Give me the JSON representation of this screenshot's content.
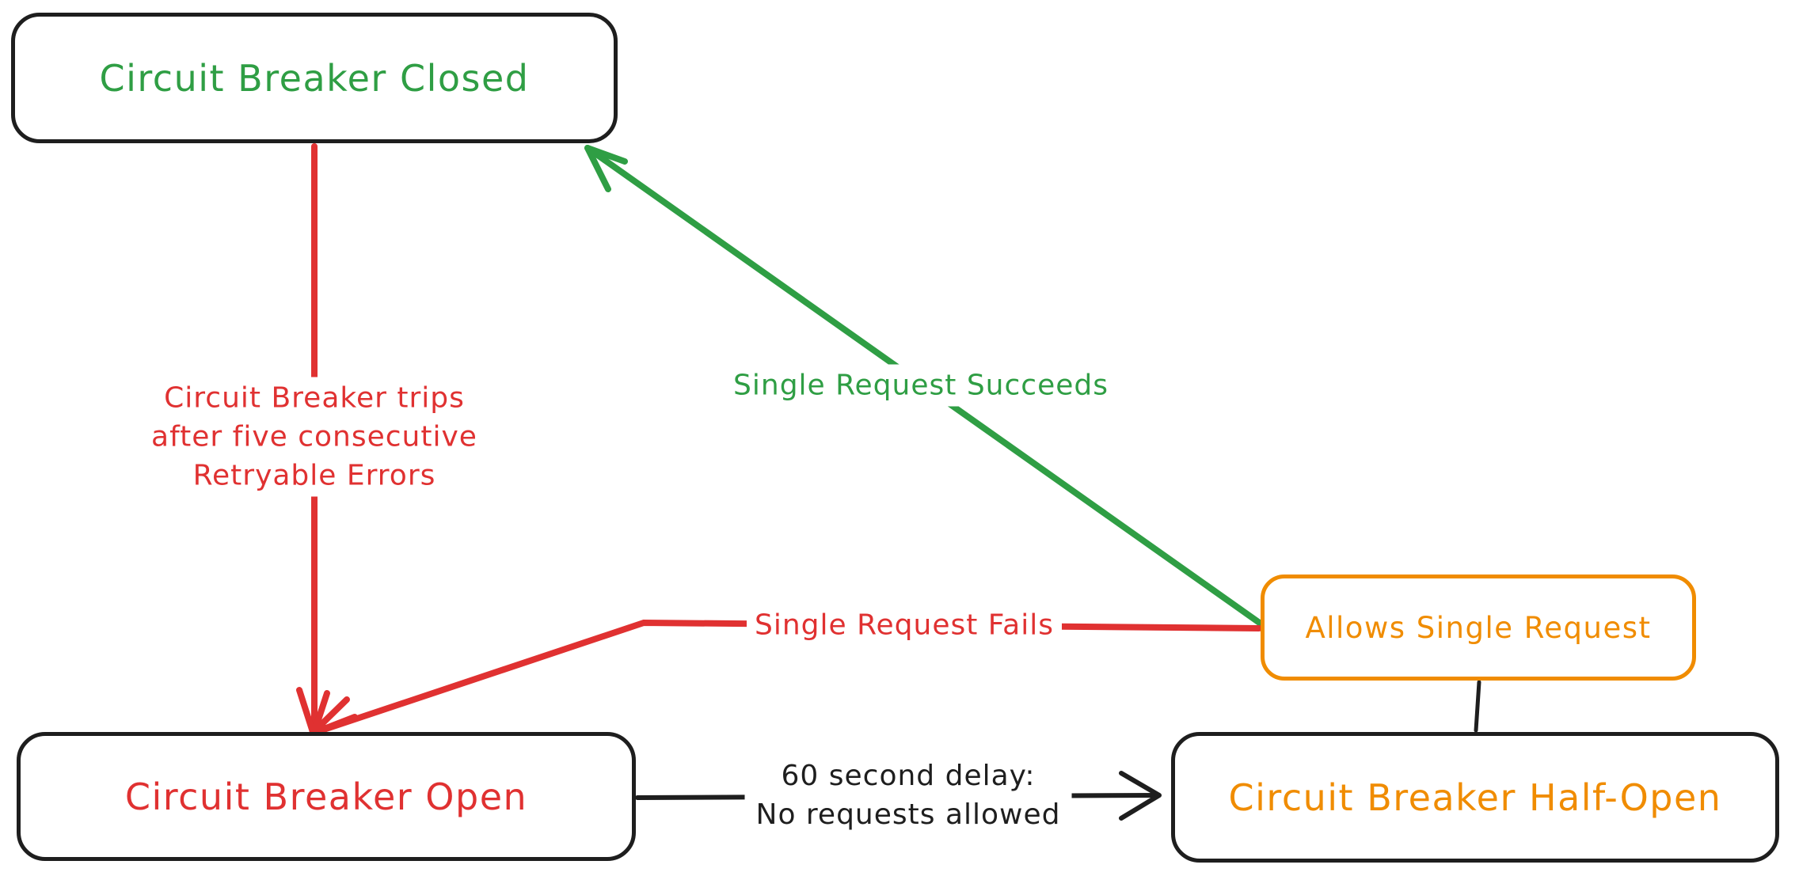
{
  "diagram": {
    "kind": "state-diagram",
    "subject": "Circuit Breaker pattern",
    "background": "#ffffff"
  },
  "colors": {
    "green": "#2f9e44",
    "red": "#e03131",
    "orange": "#f08c00",
    "black": "#1e1e1e"
  },
  "nodes": {
    "closed": {
      "label": "Circuit Breaker Closed",
      "text_color": "#2f9e44",
      "border_color": "#1e1e1e"
    },
    "open": {
      "label": "Circuit Breaker Open",
      "text_color": "#e03131",
      "border_color": "#1e1e1e"
    },
    "half_open": {
      "label": "Circuit Breaker Half-Open",
      "text_color": "#f08c00",
      "border_color": "#1e1e1e"
    },
    "allows_single_request": {
      "label": "Allows Single Request",
      "text_color": "#f08c00",
      "border_color": "#f08c00"
    }
  },
  "edges": {
    "trips": {
      "from": "closed",
      "to": "open",
      "color": "#e03131",
      "arrowhead": "end",
      "label_lines": [
        "Circuit Breaker trips",
        "after five consecutive",
        "Retryable Errors"
      ]
    },
    "succeeds": {
      "from": "allows_single_request",
      "to": "closed",
      "color": "#2f9e44",
      "arrowhead": "end",
      "label": "Single Request Succeeds"
    },
    "fails": {
      "from": "allows_single_request",
      "to": "open",
      "color": "#e03131",
      "arrowhead": "end",
      "label": "Single Request Fails"
    },
    "delay": {
      "from": "open",
      "to": "half_open",
      "color": "#1e1e1e",
      "arrowhead": "end",
      "label_lines": [
        "60 second delay:",
        "No requests allowed"
      ]
    },
    "allows_link": {
      "from": "allows_single_request",
      "to": "half_open",
      "color": "#1e1e1e",
      "arrowhead": "none",
      "label": ""
    }
  }
}
